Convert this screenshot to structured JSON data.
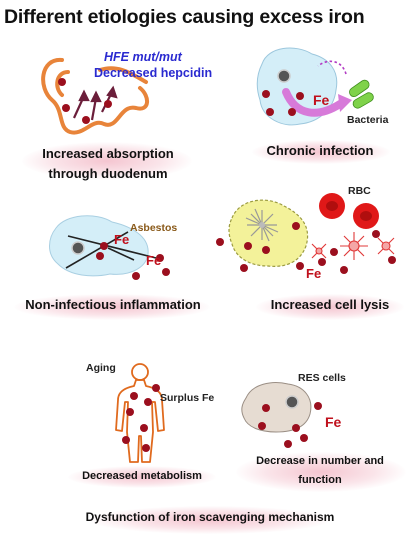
{
  "title": "Different etiologies causing excess iron",
  "panels": {
    "absorption": {
      "gene_label": "HFE mut/mut",
      "hepcidin_label": "Decreased hepcidin",
      "caption_line1": "Increased absorption",
      "caption_line2": "through duodenum"
    },
    "infection": {
      "fe_label": "Fe",
      "bacteria_label": "Bacteria",
      "caption": "Chronic infection"
    },
    "inflammation": {
      "asbestos_label": "Asbestos",
      "fe_label_1": "Fe",
      "fe_label_2": "Fe",
      "caption": "Non-infectious inflammation"
    },
    "lysis": {
      "rbc_label": "RBC",
      "fe_label": "Fe",
      "caption": "Increased cell lysis"
    },
    "metabolism": {
      "aging_label": "Aging",
      "surplus_label": "Surplus Fe",
      "caption": "Decreased metabolism"
    },
    "res": {
      "res_label": "RES cells",
      "fe_label": "Fe",
      "caption_line1": "Decrease in number and",
      "caption_line2": "function"
    }
  },
  "bottom_caption": "Dysfunction of iron scavenging mechanism",
  "colors": {
    "iron_dot": "#9b0f1e",
    "fe_text": "#c0101c",
    "gene_text": "#2a2ad0",
    "duodenum": "#e8843a",
    "cell_fill": "#d4eef8",
    "bacteria": "#7fd24a",
    "lysed_cell": "#f3f29a",
    "rbc": "#e01818",
    "body_outline": "#e06a1e",
    "res_cell": "#e6dcd2"
  }
}
